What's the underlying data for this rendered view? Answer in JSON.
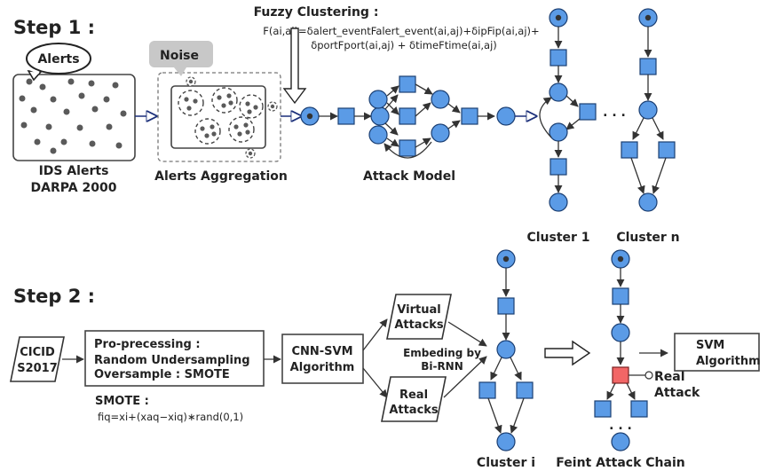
{
  "step1": {
    "title": "Step 1 :",
    "alerts_bubble": "Alerts",
    "ids_label_1": "IDS Alerts",
    "ids_label_2": "DARPA 2000",
    "noise_label": "Noise",
    "aggregation_label": "Alerts Aggregation",
    "fuzzy_title": "Fuzzy Clustering :",
    "fuzzy_formula_1": "F(ai,aj)=δalert_eventFalert_event(ai,aj)+δipFip(ai,aj)+",
    "fuzzy_formula_2": "δportFport(ai,aj) + δtimeFtime(ai,aj)",
    "attack_model_label": "Attack Model",
    "cluster1_label": "Cluster 1",
    "clustern_label": "Cluster n",
    "ellipsis": ". . ."
  },
  "step2": {
    "title": "Step 2 :",
    "cicid_1": "CICID",
    "cicid_2": "S2017",
    "pre_1": "Pro-precessing :",
    "pre_2": "Random Undersampling",
    "pre_3": "Oversample : SMOTE",
    "smote_title": "SMOTE :",
    "smote_formula": "fiq=xi+(xaq−xiq)∗rand(0,1)",
    "cnn_1": "CNN-SVM",
    "cnn_2": "Algorithm",
    "virtual_1": "Virtual",
    "virtual_2": "Attacks",
    "real_1": "Real",
    "real_2": "Attacks",
    "embed_1": "Embeding by",
    "embed_2": "Bi-RNN",
    "cluster_i_label": "Cluster i",
    "svm_1": "SVM",
    "svm_2": "Algorithm",
    "real_attack_1": "Real",
    "real_attack_2": "Attack",
    "feint_label": "Feint Attack Chain",
    "ellipsis": ". . ."
  },
  "colors": {
    "node_fill": "#5b9be6",
    "node_stroke": "#1b3f73",
    "real_attack_fill": "#f26666",
    "noise_fill": "#c8c8c8"
  }
}
